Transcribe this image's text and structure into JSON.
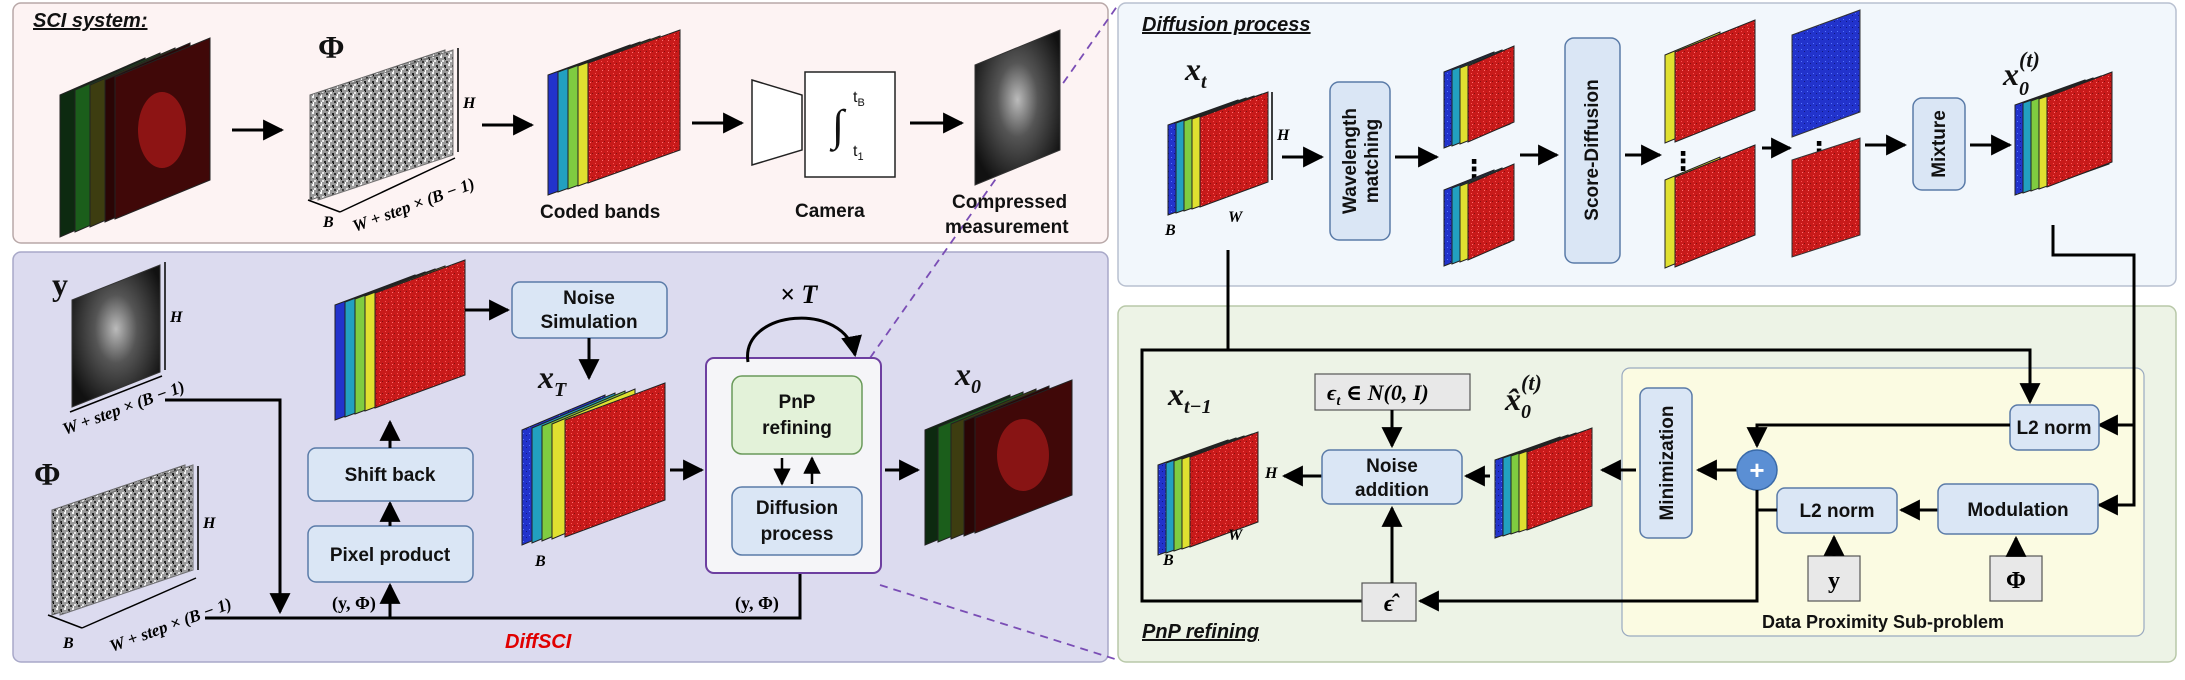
{
  "sections": {
    "sci": "SCI system:",
    "diffsci": "DiffSCI",
    "diffusion": "Diffusion process",
    "pnp": "PnP refining"
  },
  "sci": {
    "phi": "Φ",
    "dim_h": "H",
    "dim_b": "B",
    "dim_w": "W + step  × (B − 1)",
    "coded_bands": "Coded bands",
    "camera": "Camera",
    "int_upper": "t",
    "int_upper_sub": "B",
    "int_lower": "t",
    "int_lower_sub": "1",
    "compressed_1": "Compressed",
    "compressed_2": "measurement"
  },
  "diffsci": {
    "y": "y",
    "phi": "Φ",
    "dim_h": "H",
    "dim_b": "B",
    "dim_w": "W + step  × (B − 1)",
    "noise_sim_1": "Noise",
    "noise_sim_2": "Simulation",
    "shift_back": "Shift back",
    "pixel_product": "Pixel product",
    "y_phi": "(y, Φ)",
    "xT": "x",
    "xT_sub": "T",
    "times_T": "× T",
    "pnp_1": "PnP",
    "pnp_2": "refining",
    "diff_1": "Diffusion",
    "diff_2": "process",
    "x0": "x",
    "x0_sub": "0",
    "dim_b2": "B"
  },
  "diffusion": {
    "xt": "x",
    "xt_sub": "t",
    "dim_h": "H",
    "dim_w": "W",
    "dim_b": "B",
    "wavelength_1": "Wavelength",
    "wavelength_2": "matching",
    "score": "Score-Diffusion",
    "mixture": "Mixture",
    "x0t": "x",
    "x0t_sub": "0",
    "x0t_sup": "(t)"
  },
  "pnp": {
    "xt1": "x",
    "xt1_sub": "t−1",
    "eps_eq": "ϵ",
    "eps_eq_sub": "t",
    "eps_eq_rest": " ∈ N(0, I)",
    "noise_add_1": "Noise",
    "noise_add_2": "addition",
    "x0hat": "x̂",
    "x0hat_sub": "0",
    "x0hat_sup": "(t)",
    "minimization": "Minimization",
    "l2_top": "L2 norm",
    "l2_bottom": "L2 norm",
    "modulation": "Modulation",
    "plus": "+",
    "y": "y",
    "phi": "Φ",
    "eps_hat": "ϵ̂",
    "dps": "Data Proximity Sub-problem",
    "dim_h": "H",
    "dim_w": "W",
    "dim_b": "B"
  },
  "colors": {
    "sci_bg": "#fdf3f3",
    "diffsci_bg": "#dcdbef",
    "diffusion_bg": "#f2f7fc",
    "pnp_bg": "#edf3e6",
    "dps_bg": "#fbfbe2",
    "box_fill": "#dae6f5",
    "box_stroke": "#5a7ba8",
    "pnp_box_fill": "#e3f2d9",
    "diffsci_label": "#e00000",
    "plus_circle": "#5b8fd4"
  }
}
